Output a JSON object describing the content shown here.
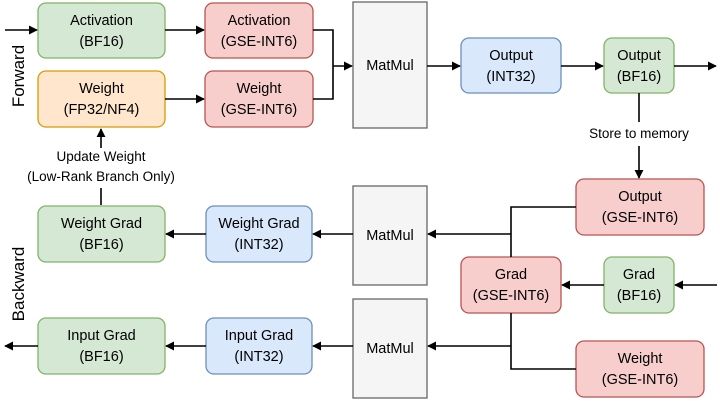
{
  "colors": {
    "green_fill": "#d5e8d4",
    "green_stroke": "#82b366",
    "red_fill": "#f8cecc",
    "red_stroke": "#b85450",
    "blue_fill": "#dae8fc",
    "blue_stroke": "#6c8ebf",
    "orange_fill": "#ffe6cc",
    "orange_stroke": "#d79b00",
    "gray_fill": "#f5f5f5",
    "gray_stroke": "#666666"
  },
  "labels": {
    "forward": "Forward",
    "backward": "Backward",
    "store_to_memory": "Store to memory",
    "update_weight": "Update Weight",
    "update_weight_note": "(Low-Rank Branch Only)"
  },
  "forward": {
    "activation_bf16": {
      "line1": "Activation",
      "line2": "(BF16)"
    },
    "activation_gse": {
      "line1": "Activation",
      "line2": "(GSE-INT6)"
    },
    "weight_fp32": {
      "line1": "Weight",
      "line2": "(FP32/NF4)"
    },
    "weight_gse": {
      "line1": "Weight",
      "line2": "(GSE-INT6)"
    },
    "matmul": "MatMul",
    "output_int32": {
      "line1": "Output",
      "line2": "(INT32)"
    },
    "output_bf16": {
      "line1": "Output",
      "line2": "(BF16)"
    }
  },
  "backward": {
    "output_gse": {
      "line1": "Output",
      "line2": "(GSE-INT6)"
    },
    "grad_bf16": {
      "line1": "Grad",
      "line2": "(BF16)"
    },
    "grad_gse": {
      "line1": "Grad",
      "line2": "(GSE-INT6)"
    },
    "weight_gse": {
      "line1": "Weight",
      "line2": "(GSE-INT6)"
    },
    "matmul_top": "MatMul",
    "matmul_bottom": "MatMul",
    "weight_grad_int32": {
      "line1": "Weight Grad",
      "line2": "(INT32)"
    },
    "weight_grad_bf16": {
      "line1": "Weight Grad",
      "line2": "(BF16)"
    },
    "input_grad_int32": {
      "line1": "Input Grad",
      "line2": "(INT32)"
    },
    "input_grad_bf16": {
      "line1": "Input Grad",
      "line2": "(BF16)"
    }
  }
}
